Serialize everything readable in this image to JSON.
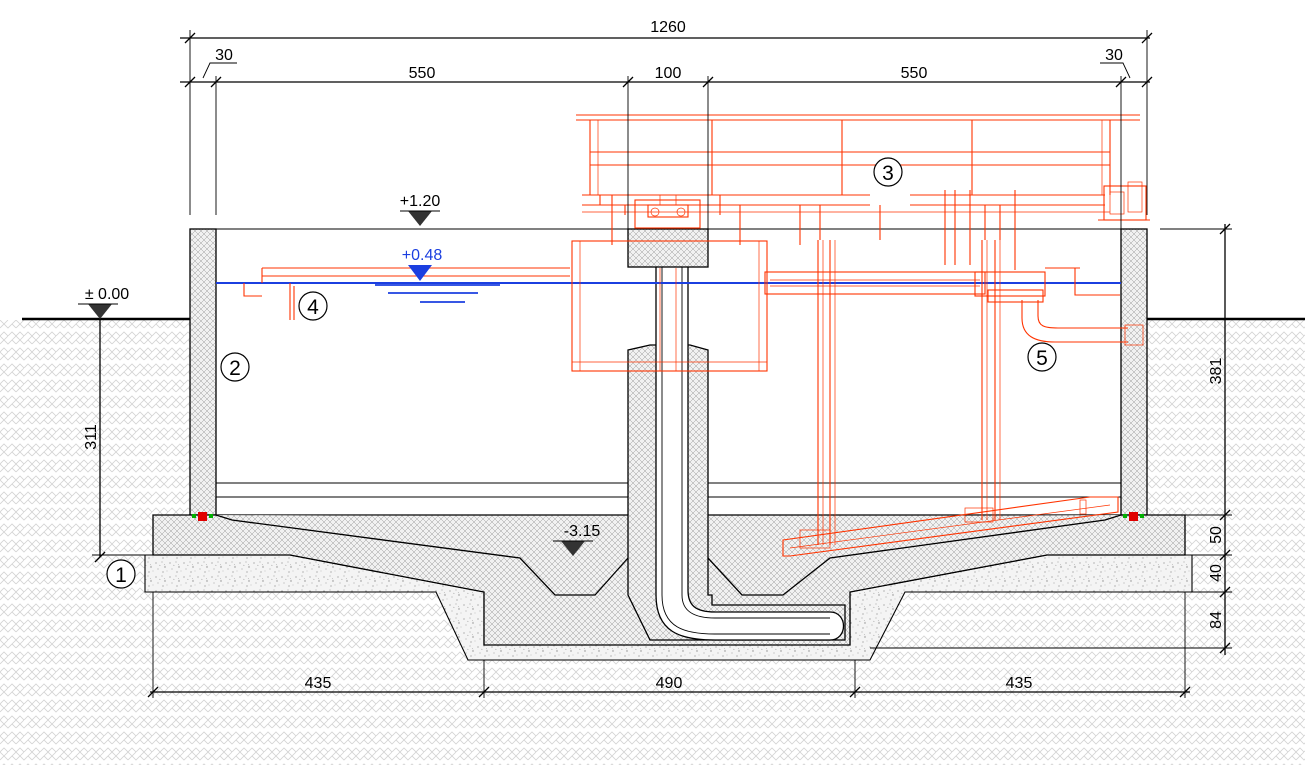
{
  "dimensions": {
    "overall_width": "1260",
    "wall_left": "30",
    "wall_right": "30",
    "span_left": "550",
    "center_column": "100",
    "span_right": "550",
    "bottom_left": "435",
    "bottom_center": "490",
    "bottom_right": "435",
    "depth_left": "311",
    "depth_right": "381",
    "slab_a": "50",
    "slab_b": "40",
    "sump_depth": "84"
  },
  "levels": {
    "top_of_wall": "+1.20",
    "water_level": "+0.48",
    "ground": "± 0.00",
    "bottom": "-3.15"
  },
  "callouts": [
    "1",
    "2",
    "3",
    "4",
    "5"
  ],
  "colors": {
    "equipment": "#ff3300",
    "water": "#1b3fe0",
    "structure": "#000000",
    "marker_red": "#e00000",
    "marker_green": "#00b000"
  }
}
